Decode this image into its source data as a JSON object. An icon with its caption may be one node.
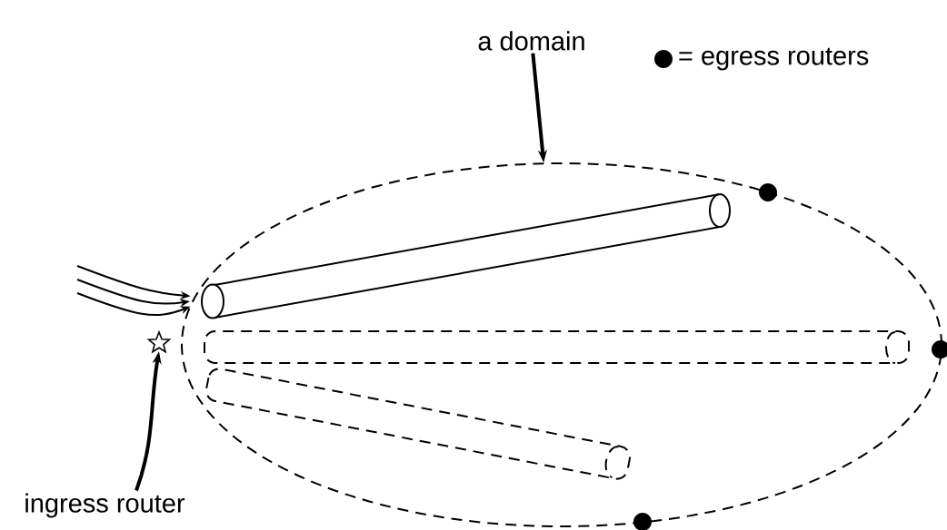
{
  "diagram": {
    "nodes": [
      {
        "text": [
          "a domain"
        ]
      },
      {
        "text": [],
        "shape": "ellipse"
      },
      {
        "text": [
          "ingress router"
        ]
      },
      {
        "text": [],
        "shape": "star"
      },
      {
        "text": [],
        "shape": "cylinder",
        "in": 1
      },
      {
        "text": [],
        "shape": "cylinder",
        "in": 1
      },
      {
        "text": [],
        "shape": "cylinder",
        "in": 1
      }
    ],
    "edges": [
      {
        "from": 0,
        "to": 1,
        "arrow": "to",
        "style": "thick"
      },
      {
        "from": 2,
        "to": 3,
        "arrow": "to",
        "style": "thick"
      },
      {
        "from": null,
        "to": 4,
        "arrow": "to"
      },
      {
        "from": null,
        "to": 4,
        "arrow": "to"
      },
      {
        "from": null,
        "to": 4,
        "arrow": "to"
      }
    ],
    "legend": [
      {
        "text": "= egress routers"
      }
    ]
  }
}
